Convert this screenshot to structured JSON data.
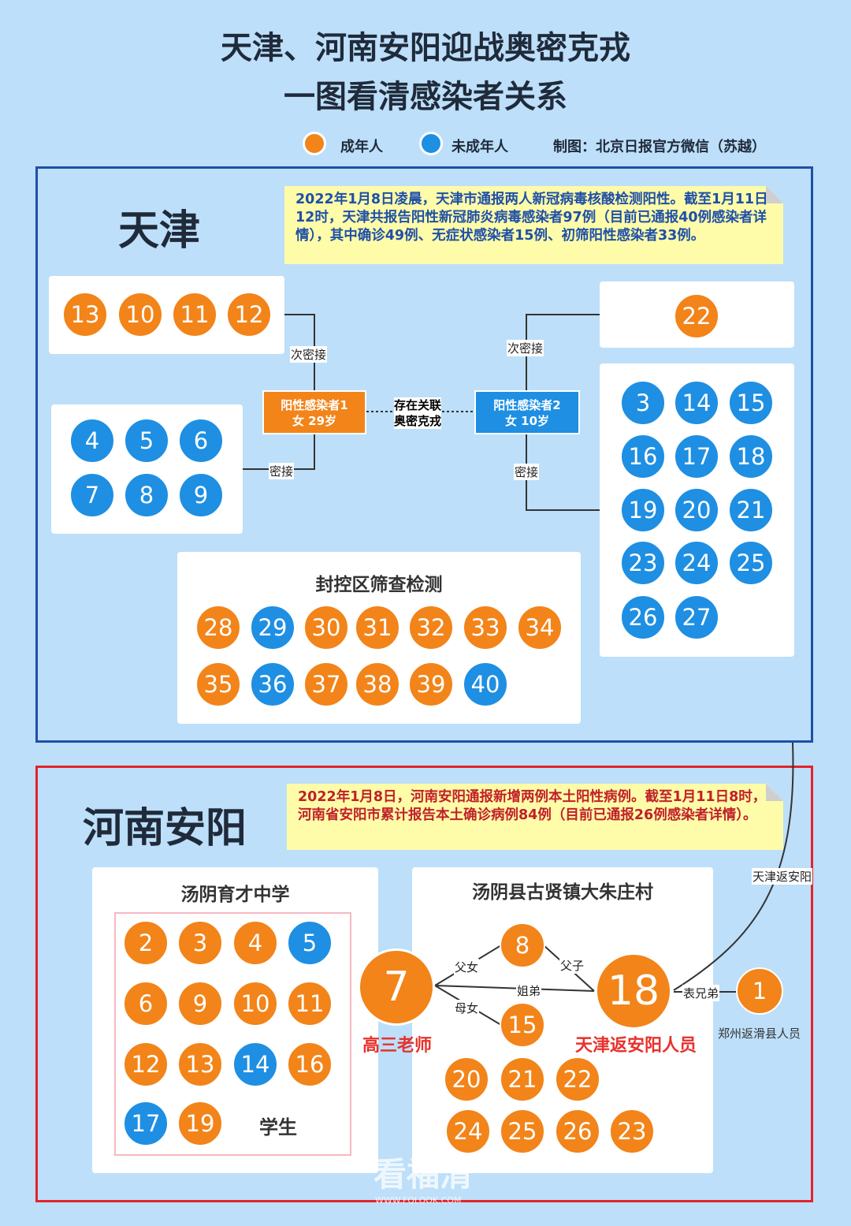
{
  "title_line1": "天津、河南安阳迎战奥密克戎",
  "title_line2": "一图看清感染者关系",
  "legend": {
    "adult": "成年人",
    "minor": "未成年人",
    "credit": "制图：北京日报官方微信（苏越）"
  },
  "colors": {
    "adult": "#f28419",
    "minor": "#1e8fe3",
    "tianjin_frame": "#1f4fa8",
    "anyang_frame": "#e3232a"
  },
  "tianjin": {
    "name": "天津",
    "note": "2022年1月8日凌晨，天津市通报两人新冠病毒核酸检测阳性。截至1月11日12时，天津共报告阳性新冠肺炎病毒感染者97例（目前已通报40例感染者详情），其中确诊49例、无症状感染者15例、初筛阳性感染者33例。",
    "positive1": {
      "line1": "阳性感染者1",
      "line2": "女 29岁"
    },
    "positive2": {
      "line1": "阳性感染者2",
      "line2": "女 10岁"
    },
    "link_label_1": "存在关联",
    "link_label_2": "奥密克戎",
    "secondary_contact": "次密接",
    "close_contact": "密接",
    "group_p1_secondary": [
      {
        "n": "13",
        "t": "o"
      },
      {
        "n": "10",
        "t": "o"
      },
      {
        "n": "11",
        "t": "o"
      },
      {
        "n": "12",
        "t": "o"
      }
    ],
    "group_p1_close": [
      {
        "n": "4",
        "t": "b"
      },
      {
        "n": "5",
        "t": "b"
      },
      {
        "n": "6",
        "t": "b"
      },
      {
        "n": "7",
        "t": "b"
      },
      {
        "n": "8",
        "t": "b"
      },
      {
        "n": "9",
        "t": "b"
      }
    ],
    "group_p2_secondary": [
      {
        "n": "22",
        "t": "o"
      }
    ],
    "group_p2_close": [
      {
        "n": "3",
        "t": "b"
      },
      {
        "n": "14",
        "t": "b"
      },
      {
        "n": "15",
        "t": "b"
      },
      {
        "n": "16",
        "t": "b"
      },
      {
        "n": "17",
        "t": "b"
      },
      {
        "n": "18",
        "t": "b"
      },
      {
        "n": "19",
        "t": "b"
      },
      {
        "n": "20",
        "t": "b"
      },
      {
        "n": "21",
        "t": "b"
      },
      {
        "n": "23",
        "t": "b"
      },
      {
        "n": "24",
        "t": "b"
      },
      {
        "n": "25",
        "t": "b"
      },
      {
        "n": "26",
        "t": "b"
      },
      {
        "n": "27",
        "t": "b"
      }
    ],
    "screening_title": "封控区筛查检测",
    "screening": [
      {
        "n": "28",
        "t": "o"
      },
      {
        "n": "29",
        "t": "b"
      },
      {
        "n": "30",
        "t": "o"
      },
      {
        "n": "31",
        "t": "o"
      },
      {
        "n": "32",
        "t": "o"
      },
      {
        "n": "33",
        "t": "o"
      },
      {
        "n": "34",
        "t": "o"
      },
      {
        "n": "35",
        "t": "o"
      },
      {
        "n": "36",
        "t": "b"
      },
      {
        "n": "37",
        "t": "o"
      },
      {
        "n": "38",
        "t": "o"
      },
      {
        "n": "39",
        "t": "o"
      },
      {
        "n": "40",
        "t": "b"
      }
    ]
  },
  "anyang": {
    "name": "河南安阳",
    "note": "2022年1月8日，河南安阳通报新增两例本土阳性病例。截至1月11日8时，河南省安阳市累计报告本土确诊病例84例（目前已通报26例感染者详情）。",
    "school_title": "汤阴育才中学",
    "school": [
      {
        "n": "2",
        "t": "o"
      },
      {
        "n": "3",
        "t": "o"
      },
      {
        "n": "4",
        "t": "o"
      },
      {
        "n": "5",
        "t": "b"
      },
      {
        "n": "6",
        "t": "o"
      },
      {
        "n": "9",
        "t": "o"
      },
      {
        "n": "10",
        "t": "o"
      },
      {
        "n": "11",
        "t": "o"
      },
      {
        "n": "12",
        "t": "o"
      },
      {
        "n": "13",
        "t": "o"
      },
      {
        "n": "14",
        "t": "b"
      },
      {
        "n": "16",
        "t": "o"
      },
      {
        "n": "17",
        "t": "b"
      },
      {
        "n": "19",
        "t": "o"
      }
    ],
    "students_label": "学生",
    "village_title": "汤阴县古贤镇大朱庄村",
    "graph": [
      {
        "n": "7",
        "t": "o"
      },
      {
        "n": "8",
        "t": "o"
      },
      {
        "n": "15",
        "t": "o"
      },
      {
        "n": "18",
        "t": "o"
      },
      {
        "n": "1",
        "t": "o"
      }
    ],
    "village": [
      {
        "n": "20",
        "t": "o"
      },
      {
        "n": "21",
        "t": "o"
      },
      {
        "n": "22",
        "t": "o"
      },
      {
        "n": "24",
        "t": "o"
      },
      {
        "n": "25",
        "t": "o"
      },
      {
        "n": "26",
        "t": "o"
      },
      {
        "n": "23",
        "t": "o"
      }
    ],
    "teacher_label": "高三老师",
    "returnee_label": "天津返安阳人员",
    "zhengzhou_label": "郑州返滑县人员",
    "rel_father_daughter": "父女",
    "rel_father_son": "父子",
    "rel_sister_brother": "姐弟",
    "rel_mother_daughter": "母女",
    "rel_cousins": "表兄弟",
    "tianjin_return": "天津返安阳"
  },
  "watermark": "看福清",
  "watermark_url": "WWW.FQLOOK.COM"
}
